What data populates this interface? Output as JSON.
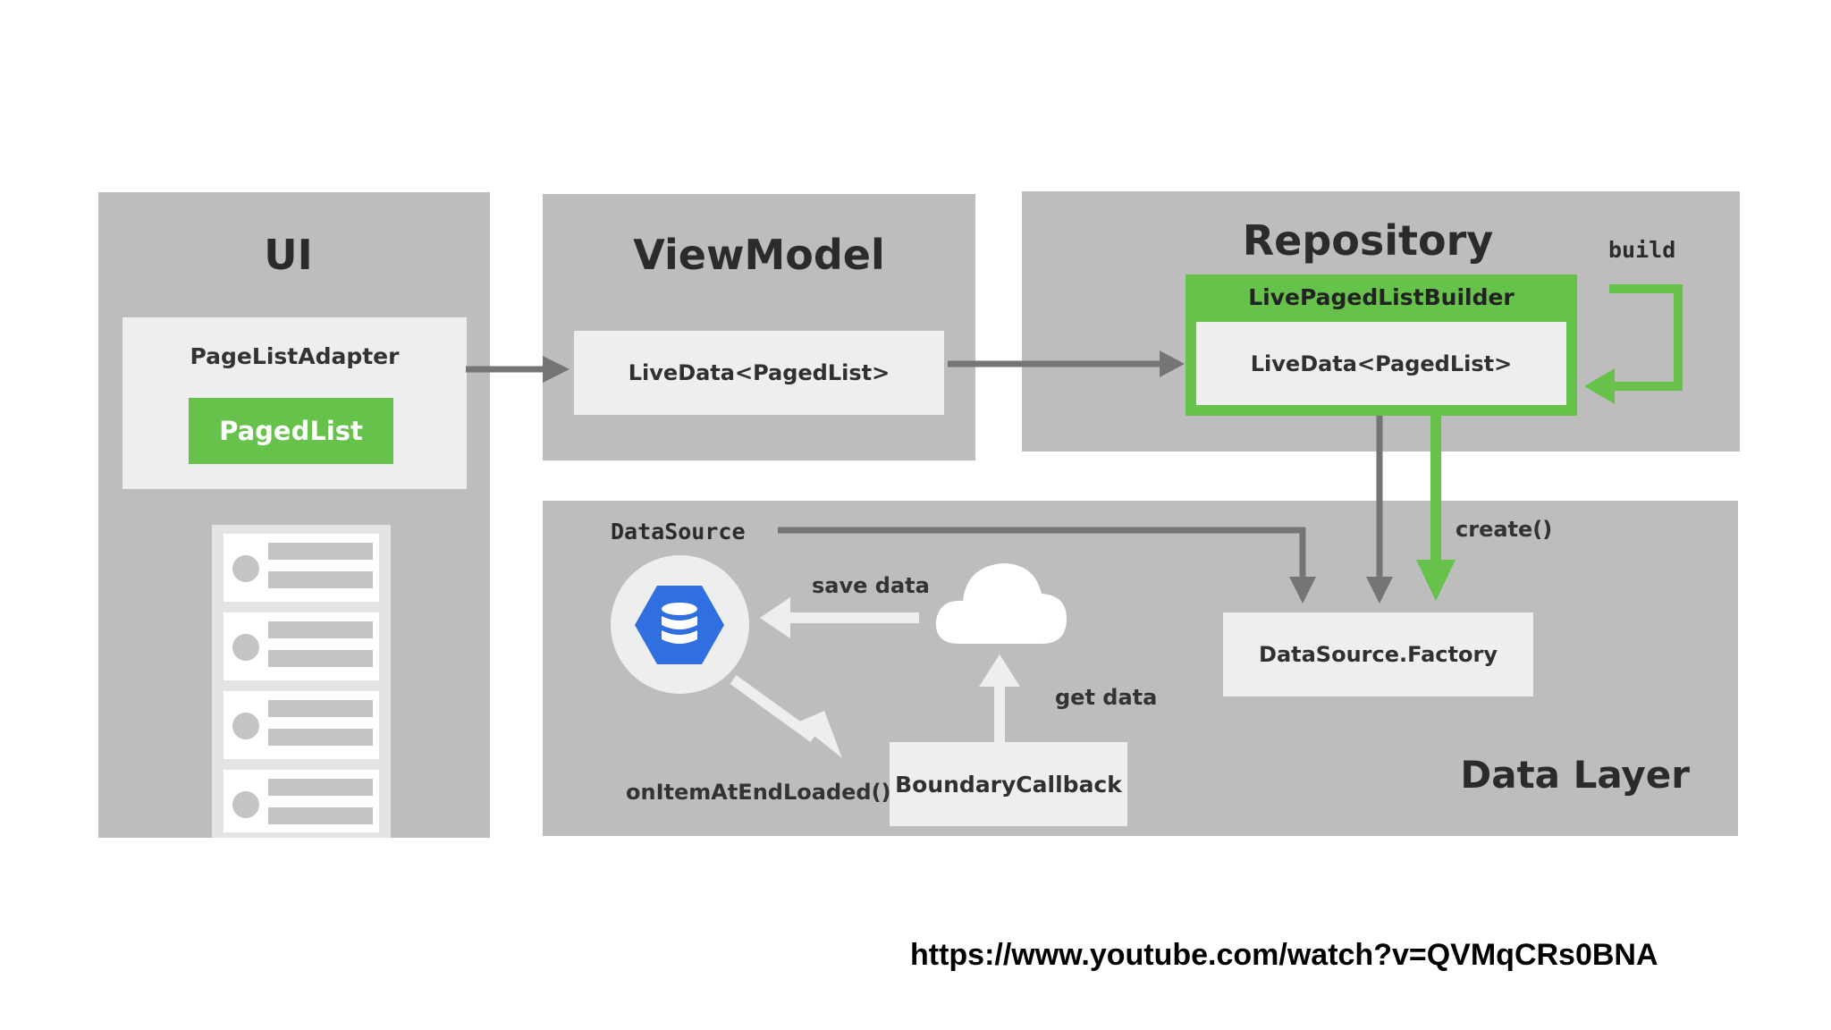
{
  "panels": {
    "ui": {
      "title": "UI"
    },
    "viewmodel": {
      "title": "ViewModel"
    },
    "repository": {
      "title": "Repository",
      "build_label": "build"
    },
    "data_layer": {
      "title": "Data Layer"
    }
  },
  "ui_panel": {
    "adapter_label": "PageListAdapter",
    "paged_list_label": "PagedList",
    "list_item_count": 4
  },
  "viewmodel_panel": {
    "livedata_label": "LiveData<PagedList>"
  },
  "repository_panel": {
    "builder_label": "LivePagedListBuilder",
    "livedata_label": "LiveData<PagedList>"
  },
  "data_layer_panel": {
    "datasource_label": "DataSource",
    "save_data_label": "save data",
    "get_data_label": "get data",
    "create_label": "create()",
    "on_item_label": "onItemAtEndLoaded()",
    "boundary_label": "BoundaryCallback",
    "factory_label": "DataSource.Factory",
    "database_icon": "database-icon",
    "cloud_icon": "cloud-icon"
  },
  "source_url": "https://www.youtube.com/watch?v=QVMqCRs0BNA",
  "colors": {
    "panel": "#bdbdbd",
    "box": "#eeeeee",
    "green": "#66c24a",
    "arrow_gray": "#757575",
    "db_blue": "#2f6fe0"
  }
}
